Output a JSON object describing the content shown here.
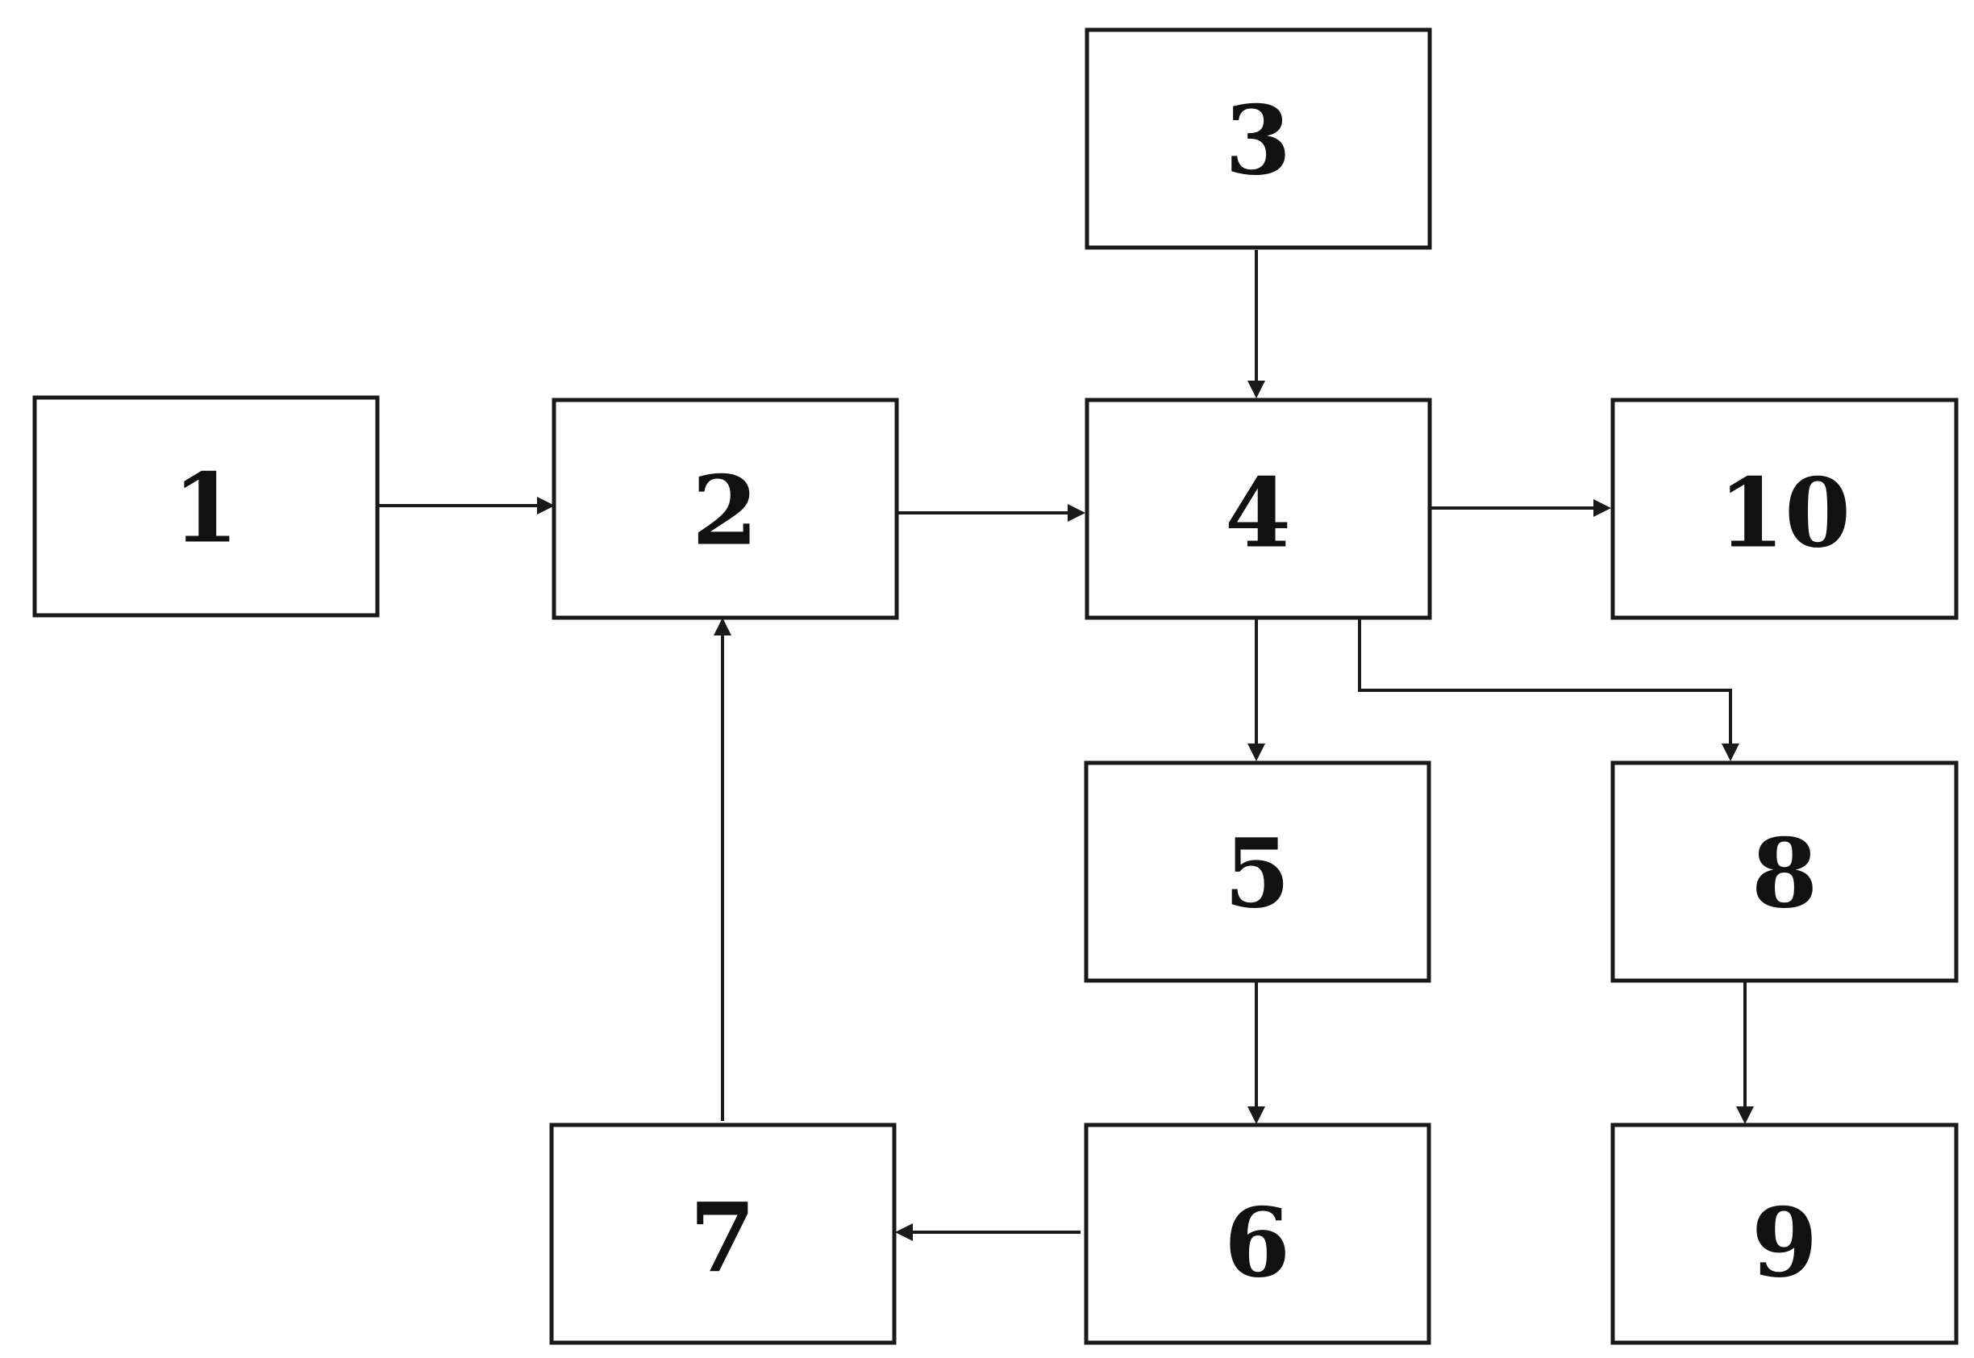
{
  "diagram": {
    "type": "block-diagram",
    "blocks": [
      {
        "id": "b1",
        "label": "1"
      },
      {
        "id": "b2",
        "label": "2"
      },
      {
        "id": "b3",
        "label": "3"
      },
      {
        "id": "b4",
        "label": "4"
      },
      {
        "id": "b5",
        "label": "5"
      },
      {
        "id": "b6",
        "label": "6"
      },
      {
        "id": "b7",
        "label": "7"
      },
      {
        "id": "b8",
        "label": "8"
      },
      {
        "id": "b9",
        "label": "9"
      },
      {
        "id": "b10",
        "label": "10"
      }
    ],
    "connections": [
      {
        "from": "1",
        "to": "2"
      },
      {
        "from": "2",
        "to": "4"
      },
      {
        "from": "3",
        "to": "4"
      },
      {
        "from": "4",
        "to": "10"
      },
      {
        "from": "4",
        "to": "5"
      },
      {
        "from": "4",
        "to": "8"
      },
      {
        "from": "5",
        "to": "6"
      },
      {
        "from": "6",
        "to": "7"
      },
      {
        "from": "7",
        "to": "2"
      },
      {
        "from": "8",
        "to": "9"
      }
    ],
    "colors": {
      "stroke": "#1a1a1a",
      "text": "#111111",
      "background": "#ffffff"
    }
  }
}
